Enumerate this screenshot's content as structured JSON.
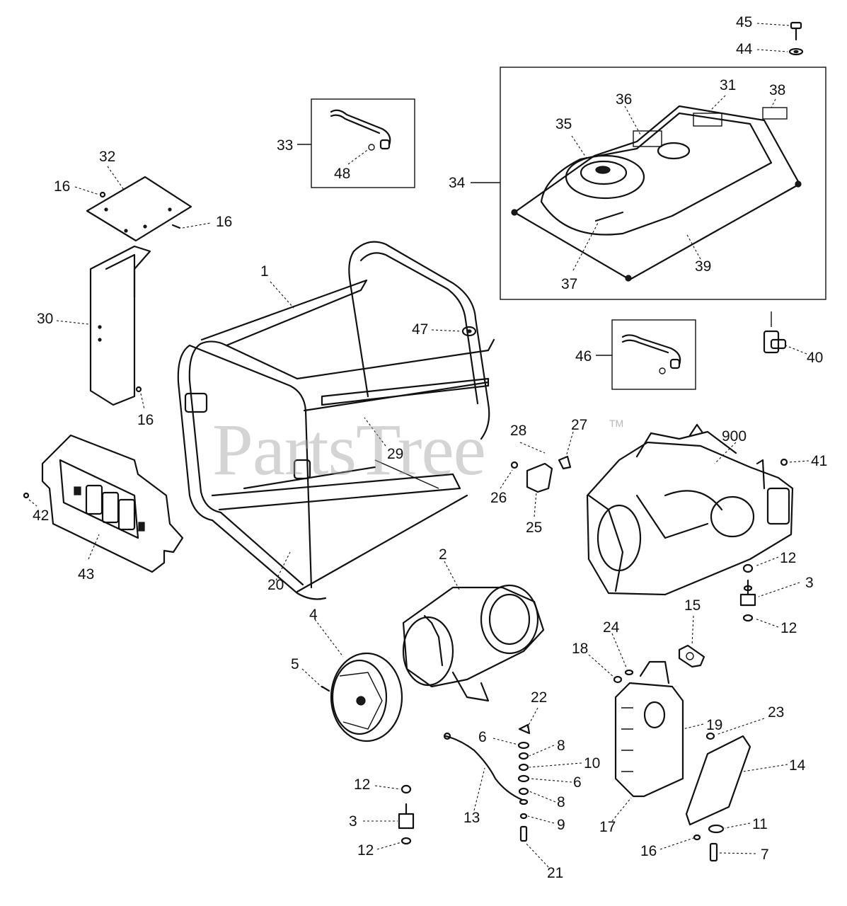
{
  "watermark": {
    "text": "PartsTree",
    "trademark": "TM"
  },
  "callouts": {
    "c1": "1",
    "c2": "2",
    "c3a": "3",
    "c3b": "3",
    "c4": "4",
    "c5": "5",
    "c6a": "6",
    "c6b": "6",
    "c7": "7",
    "c8a": "8",
    "c8b": "8",
    "c9": "9",
    "c10": "10",
    "c11": "11",
    "c12a": "12",
    "c12b": "12",
    "c12c": "12",
    "c12d": "12",
    "c13": "13",
    "c14": "14",
    "c15": "15",
    "c16a": "16",
    "c16b": "16",
    "c16c": "16",
    "c16d": "16",
    "c17": "17",
    "c18": "18",
    "c19": "19",
    "c20": "20",
    "c21": "21",
    "c22": "22",
    "c23": "23",
    "c24": "24",
    "c25": "25",
    "c26": "26",
    "c27": "27",
    "c28": "28",
    "c29": "29",
    "c30": "30",
    "c31": "31",
    "c32": "32",
    "c33": "33",
    "c34": "34",
    "c35": "35",
    "c36": "36",
    "c37": "37",
    "c38": "38",
    "c39": "39",
    "c40": "40",
    "c41": "41",
    "c42": "42",
    "c43": "43",
    "c44": "44",
    "c45": "45",
    "c46": "46",
    "c47": "47",
    "c48": "48",
    "c900": "900"
  }
}
